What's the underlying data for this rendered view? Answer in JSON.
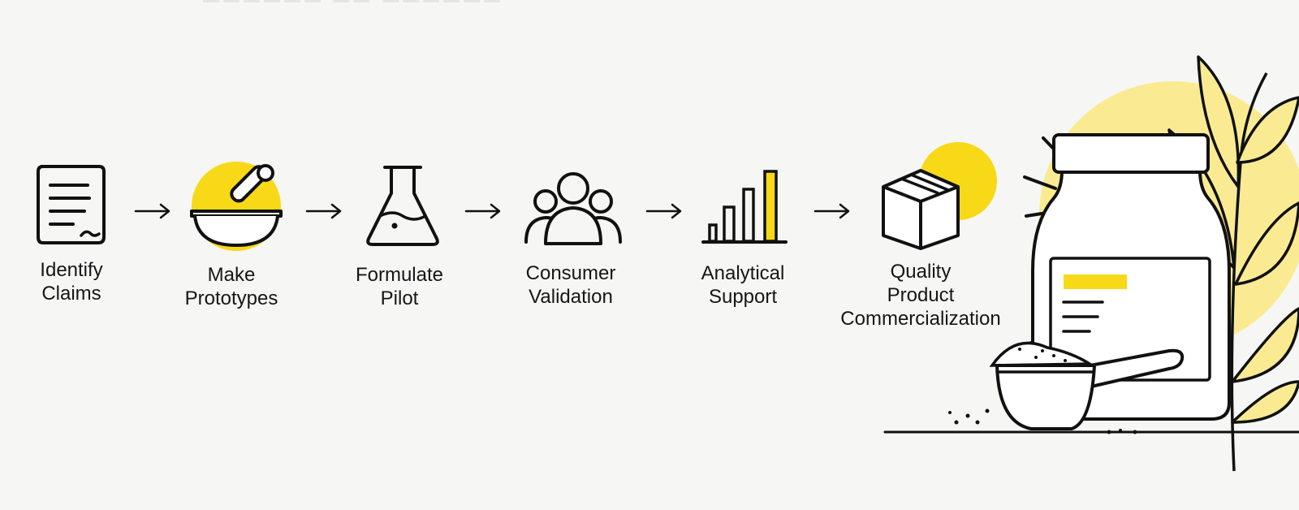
{
  "steps": [
    {
      "label_line1": "Identify",
      "label_line2": "Claims",
      "icon": "document-icon"
    },
    {
      "label_line1": "Make",
      "label_line2": "Prototypes",
      "icon": "mortar-pestle-icon"
    },
    {
      "label_line1": "Formulate",
      "label_line2": "Pilot",
      "icon": "flask-icon"
    },
    {
      "label_line1": "Consumer",
      "label_line2": "Validation",
      "icon": "people-group-icon"
    },
    {
      "label_line1": "Analytical",
      "label_line2": "Support",
      "icon": "bar-chart-icon"
    },
    {
      "label_line1": "Quality",
      "label_line2": "Product",
      "label_line3": "Commercialization",
      "icon": "box-icon"
    }
  ],
  "arrow_icon": "arrow-right-icon",
  "hero_icon": "supplement-jar-with-scoop-and-leaves-illustration",
  "colors": {
    "accent": "#f7d917",
    "accent_soft": "#faeb93",
    "line": "#111111",
    "background": "#f6f6f5"
  }
}
